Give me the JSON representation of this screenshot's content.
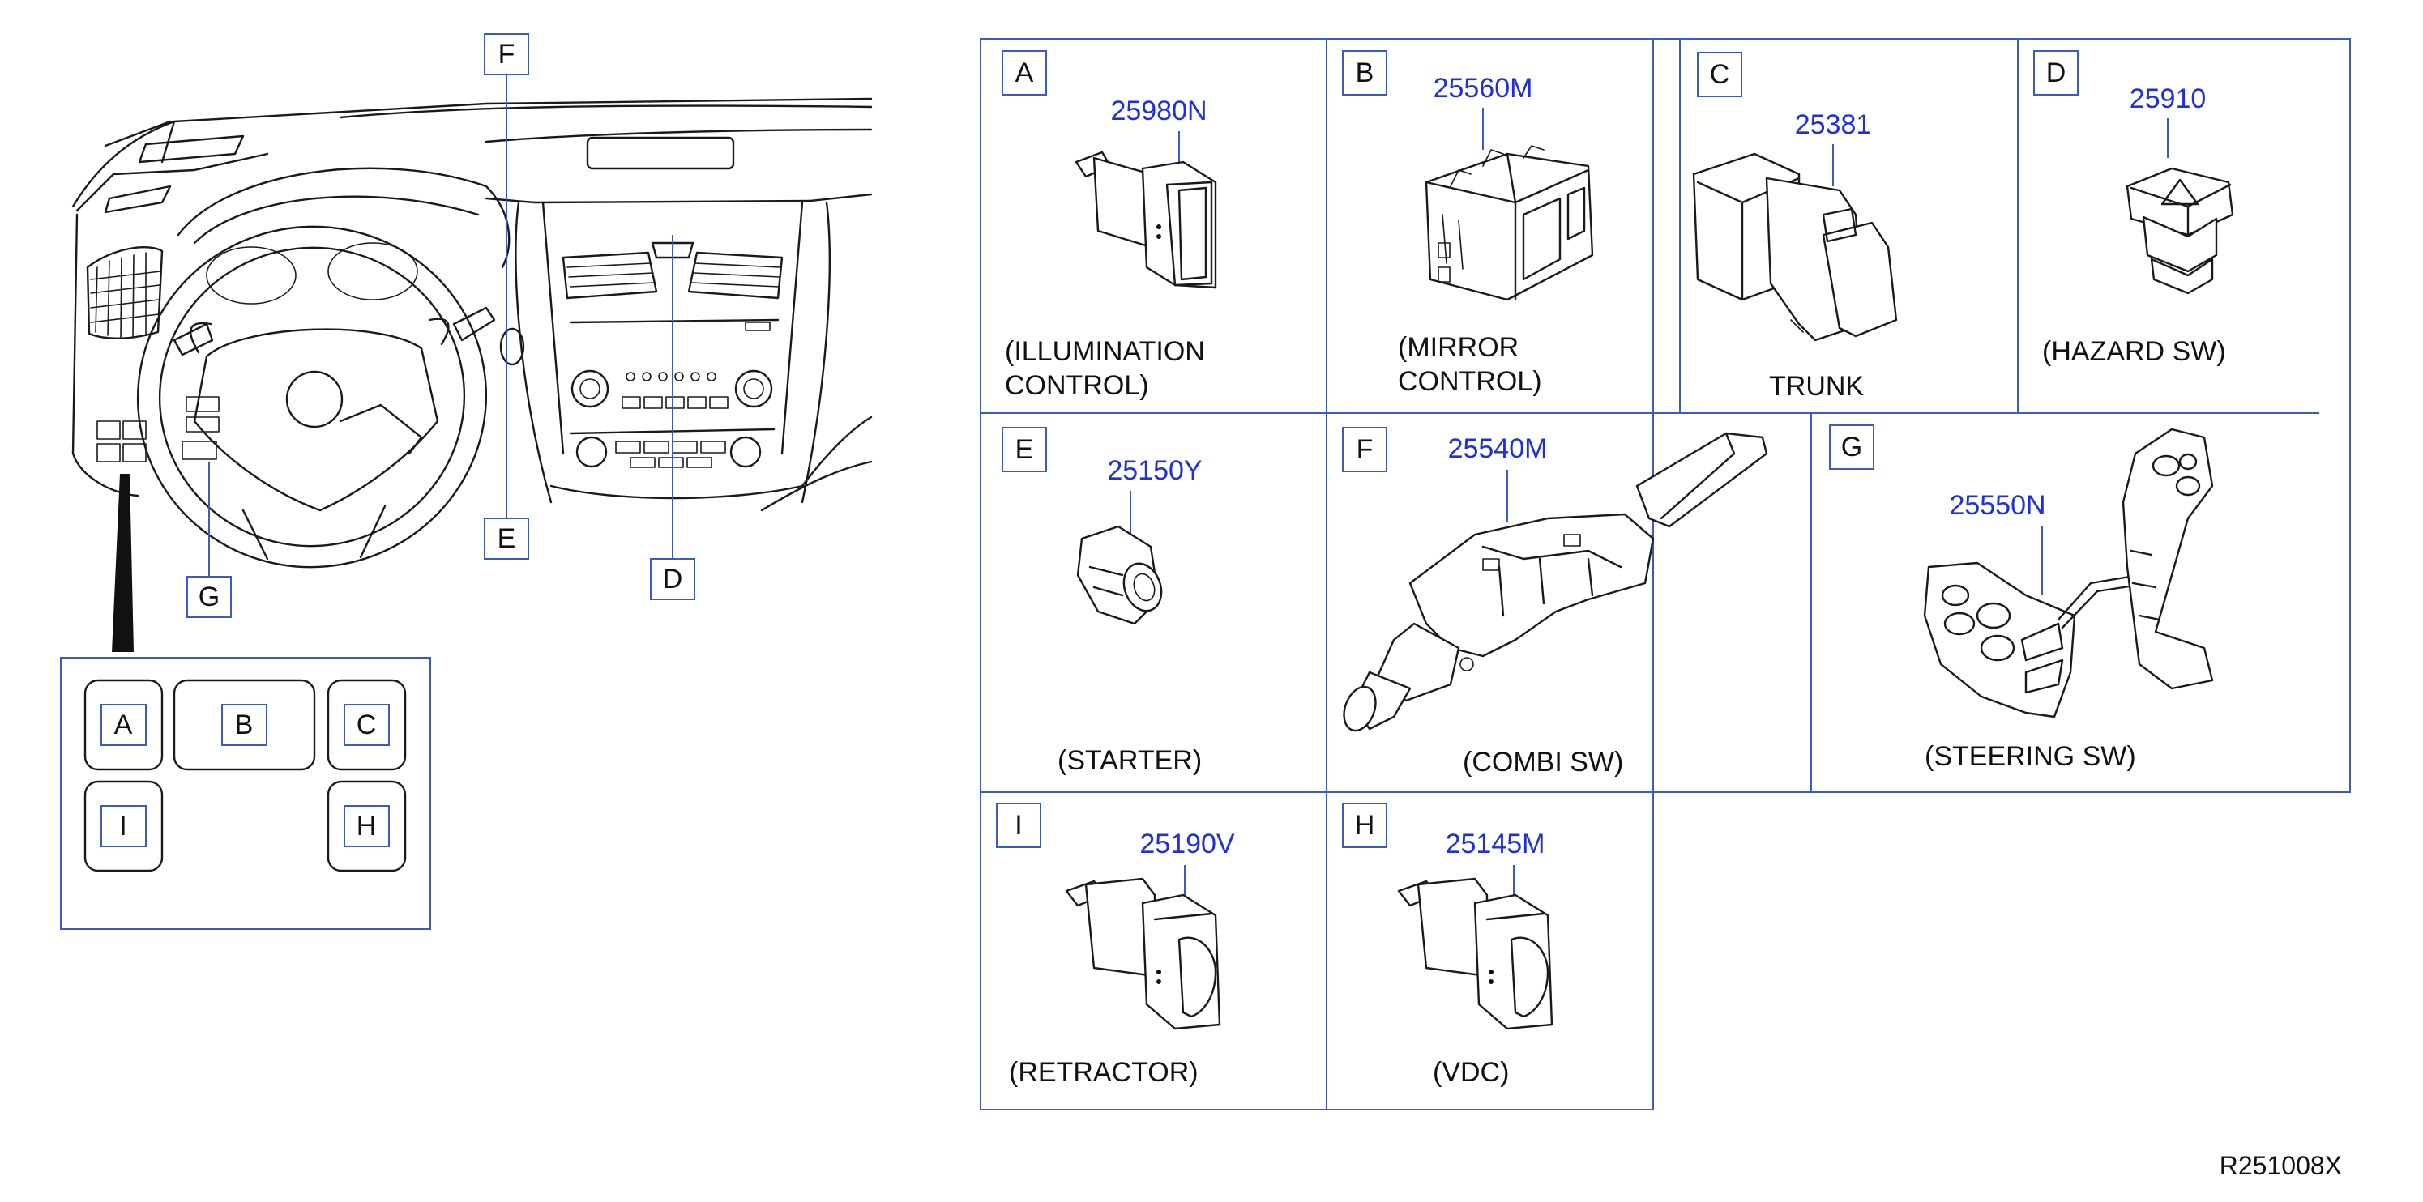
{
  "overview": {
    "callouts": [
      "F",
      "E",
      "D",
      "G"
    ],
    "inset_labels": [
      "A",
      "B",
      "C",
      "I",
      "H"
    ]
  },
  "cells": {
    "A": {
      "letter": "A",
      "part_number": "25980N",
      "caption_line1": "(ILLUMINATION",
      "caption_line2": "CONTROL)"
    },
    "B": {
      "letter": "B",
      "part_number": "25560M",
      "caption_line1": "(MIRROR",
      "caption_line2": "CONTROL)"
    },
    "C": {
      "letter": "C",
      "part_number": "25381",
      "caption_line1": "TRUNK"
    },
    "D": {
      "letter": "D",
      "part_number": "25910",
      "caption_line1": "(HAZARD   SW)"
    },
    "E": {
      "letter": "E",
      "part_number": "25150Y",
      "caption_line1": "(STARTER)"
    },
    "F": {
      "letter": "F",
      "part_number": "25540M",
      "caption_line1": "(COMBI   SW)"
    },
    "G": {
      "letter": "G",
      "part_number": "25550N",
      "caption_line1": "(STEERING   SW)"
    },
    "I": {
      "letter": "I",
      "part_number": "25190V",
      "caption_line1": "(RETRACTOR)"
    },
    "H": {
      "letter": "H",
      "part_number": "25145M",
      "caption_line1": "(VDC)"
    }
  },
  "diagram_ref": "R251008X"
}
